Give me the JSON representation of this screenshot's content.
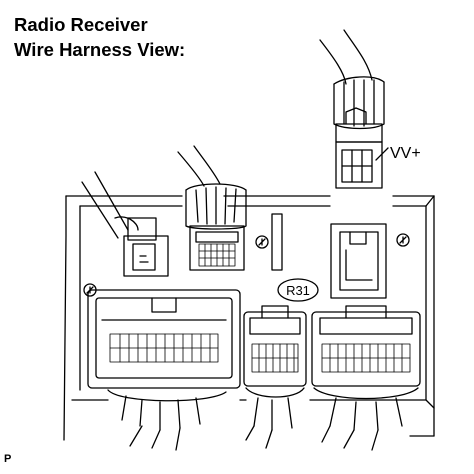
{
  "title": {
    "line1": "Radio Receiver",
    "line2": "Wire Harness View:"
  },
  "labels": {
    "connector_callout": "VV+",
    "connector_code": "R31"
  },
  "figure_id": "P",
  "colors": {
    "line": "#000000",
    "background": "#ffffff"
  }
}
